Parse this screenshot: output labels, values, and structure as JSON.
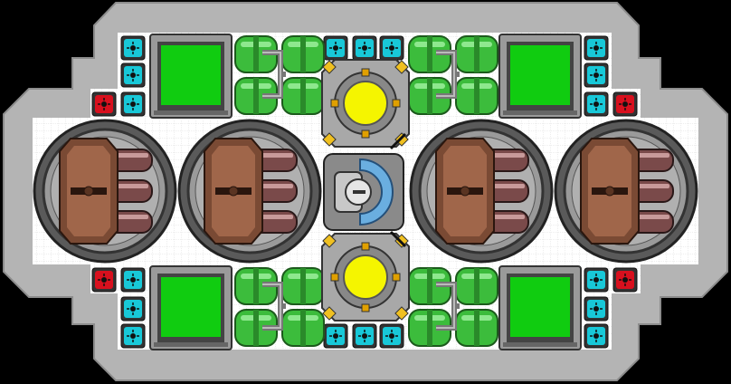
{
  "game": {
    "view": "ship-interior-top-down",
    "palette": {
      "background": "#000000",
      "hull": "#b4b4b4",
      "hull_edge": "#8c8c8c",
      "floor": "#ffffff",
      "grid": "#c8c8c8",
      "green_panel": "#10cc10",
      "yellow_core": "#f5f500",
      "cyan_tile": "#18c8d8",
      "red_tile": "#d8101e",
      "turret_brown": "#7a4a34",
      "barrel": "#7a4a4a",
      "pipe_green": "#3cbc3c",
      "shield_blue": "#6aaee0"
    },
    "objects": {
      "turrets": [
        "turret",
        "turret",
        "turret",
        "turret"
      ],
      "reactor_cores": [
        "reactor-core",
        "reactor-core"
      ],
      "storage_panels": [
        "green-panel",
        "green-panel",
        "green-panel",
        "green-panel"
      ],
      "pipe_banks": [
        "pipe-bank",
        "pipe-bank",
        "pipe-bank",
        "pipe-bank"
      ],
      "cockpit": "cockpit-pod",
      "power_tiles": 22,
      "alert_tiles": 4
    }
  }
}
